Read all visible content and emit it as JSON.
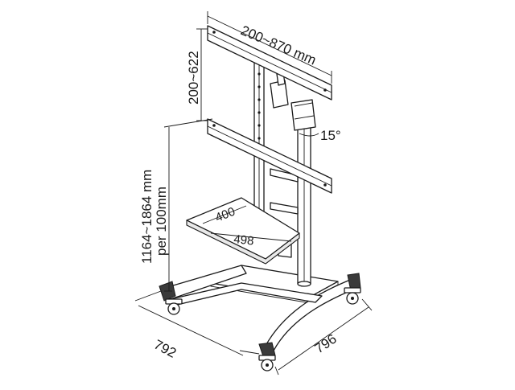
{
  "diagram": {
    "dimensions": {
      "vesa_width": "200~870 mm",
      "vesa_height": "200~622",
      "tilt": "15°",
      "height_range": "1164~1864 mm",
      "height_step": "per 100mm",
      "shelf_depth": "400",
      "shelf_width": "498",
      "base_depth": "792",
      "base_width": "796"
    }
  }
}
